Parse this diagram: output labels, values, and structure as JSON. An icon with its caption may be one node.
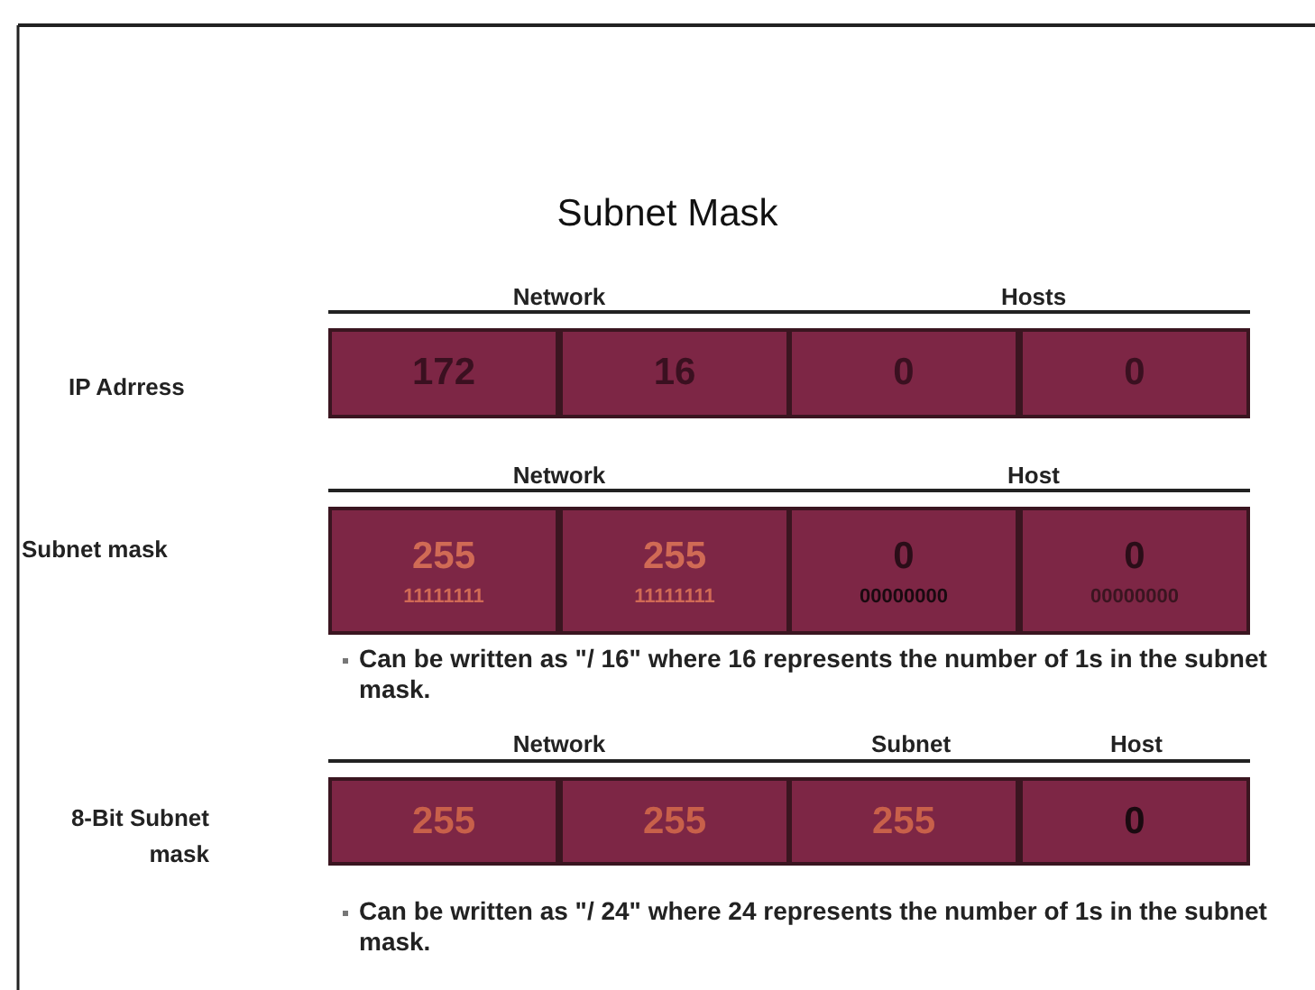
{
  "diagram": {
    "title": "Subnet Mask",
    "nodes": [
      {
        "text": [
          "172"
        ]
      },
      {
        "text": [
          "16"
        ]
      },
      {
        "text": [
          "0"
        ]
      },
      {
        "text": [
          "0"
        ]
      },
      {
        "text": [
          "255",
          "11111111"
        ]
      },
      {
        "text": [
          "255",
          "11111111"
        ]
      },
      {
        "text": [
          "0",
          "00000000"
        ]
      },
      {
        "text": [
          "0",
          "00000000"
        ]
      },
      {
        "text": [
          "255"
        ]
      },
      {
        "text": [
          "255"
        ]
      },
      {
        "text": [
          "255"
        ]
      },
      {
        "text": [
          "0"
        ]
      }
    ],
    "labels": [
      "Network",
      "Hosts",
      "IP Adrress",
      "Network",
      "Host",
      "Subnet mask",
      "Can be written as \"/ 16\" where 16 represents the number of 1s in the subnet mask.",
      "Network",
      "Subnet",
      "Host",
      "8-Bit Subnet mask",
      "Can be written as \"/ 24\" where 24 represents the number of 1s in the subnet mask."
    ]
  }
}
